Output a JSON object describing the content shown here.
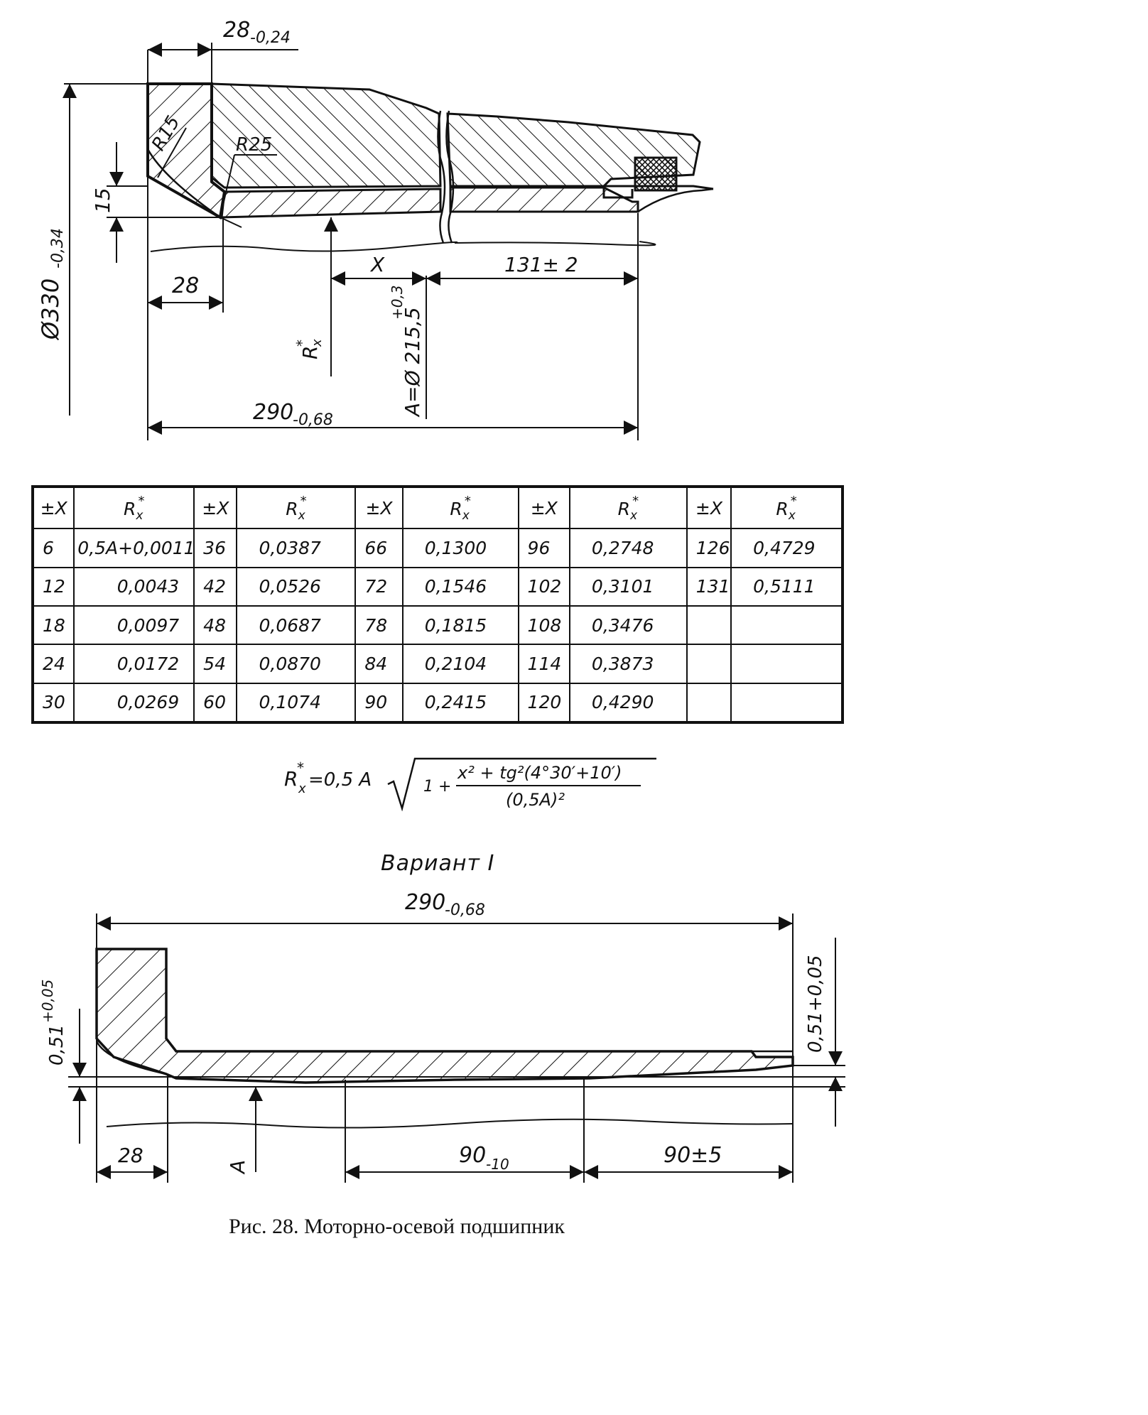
{
  "figure": {
    "caption": "Рис. 28. Моторно-осевой подшипник",
    "variant_title": "Вариант I",
    "top_drawing": {
      "dims": {
        "width_top": "28",
        "width_top_tol": "-0,24",
        "r15": "R15",
        "r25": "R25",
        "h15": "15",
        "w28": "28",
        "x": "X",
        "len131": "131± 2",
        "diam330": "Ø330",
        "diam330_tol": "-0,34",
        "rx": "R",
        "a_diam": "A=Ø 215,5",
        "a_diam_tol": "+0,3",
        "len290": "290",
        "len290_tol": "-0,68"
      }
    },
    "table": {
      "header_x": "±X",
      "header_r": "R",
      "header_r_sub": "x",
      "header_r_sup": "*",
      "rows": [
        [
          "6",
          "0,5A+0,0011",
          "36",
          "0,0387",
          "66",
          "0,1300",
          "96",
          "0,2748",
          "126",
          "0,4729"
        ],
        [
          "12",
          "0,0043",
          "42",
          "0,0526",
          "72",
          "0,1546",
          "102",
          "0,3101",
          "131",
          "0,5111"
        ],
        [
          "18",
          "0,0097",
          "48",
          "0,0687",
          "78",
          "0,1815",
          "108",
          "0,3476",
          "",
          ""
        ],
        [
          "24",
          "0,0172",
          "54",
          "0,0870",
          "84",
          "0,2104",
          "114",
          "0,3873",
          "",
          ""
        ],
        [
          "30",
          "0,0269",
          "60",
          "0,1074",
          "90",
          "0,2415",
          "120",
          "0,4290",
          "",
          ""
        ]
      ]
    },
    "formula": {
      "lhs": "R",
      "lhs_sub": "x",
      "lhs_sup": "*",
      "eq": "=0,5 A",
      "one_plus": "1 +",
      "numerator": "x² + tg²(4°30′+10′)",
      "denominator": "(0,5A)²"
    },
    "bottom_drawing": {
      "dims": {
        "len290": "290",
        "len290_tol": "-0,68",
        "left_gap": "0,51",
        "left_gap_tol": "+0,05",
        "right_gap": "0,51+0,05",
        "w28": "28",
        "a": "A",
        "len90a": "90",
        "len90a_tol": "-10",
        "len90b": "90±5"
      }
    }
  }
}
